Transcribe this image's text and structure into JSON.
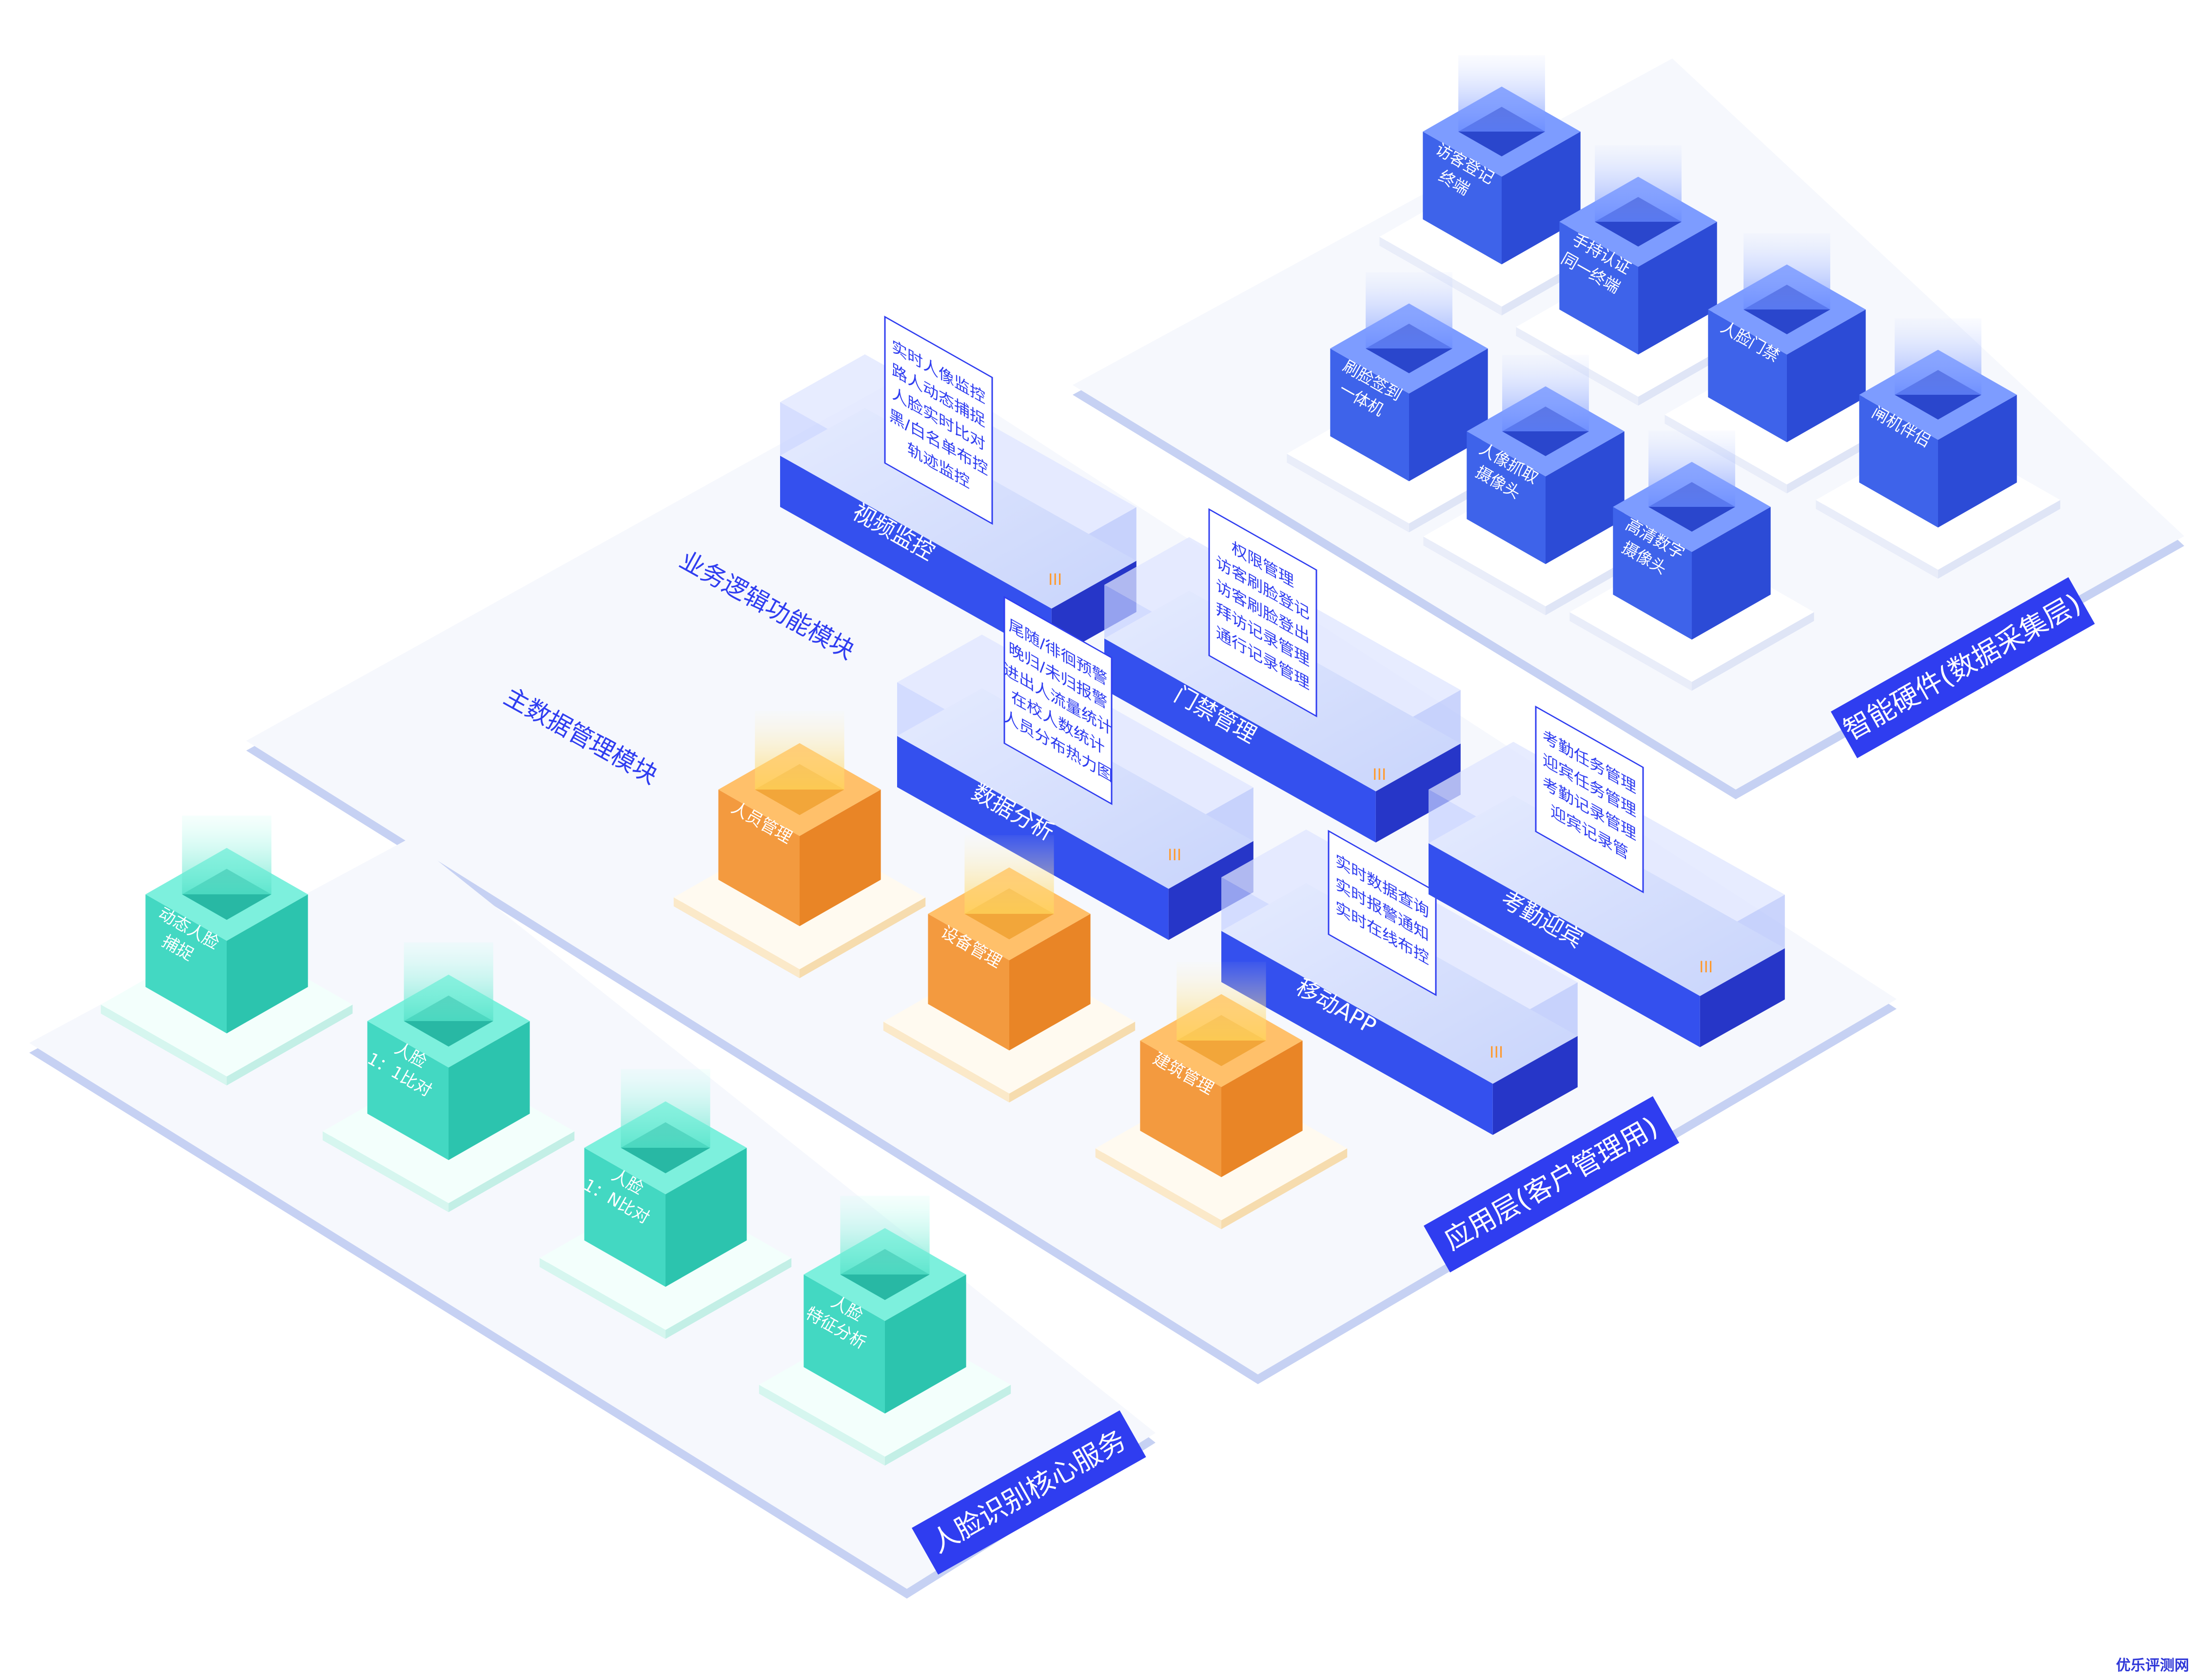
{
  "layers": {
    "hardware": "智能硬件(数据采集层)",
    "application": "应用层(客户管理用)",
    "face_core": "人脸识别核心服务"
  },
  "sections": {
    "business_logic": "业务逻辑功能模块",
    "master_data": "主数据管理模块"
  },
  "hardware_cubes": [
    {
      "lines": [
        "访客登记",
        "终端"
      ]
    },
    {
      "lines": [
        "手持认证",
        "同一终端"
      ]
    },
    {
      "lines": [
        "人脸门禁"
      ]
    },
    {
      "lines": [
        "刷脸签到",
        "一体机"
      ]
    },
    {
      "lines": [
        "人像抓取",
        "摄像头"
      ]
    },
    {
      "lines": [
        "高清数字",
        "摄像头"
      ]
    },
    {
      "lines": [
        "闸机伴侣"
      ]
    }
  ],
  "modules": [
    {
      "label": "视频监控",
      "bars": "III",
      "card": [
        "实时人像监控",
        "路人动态捕捉",
        "人脸实时比对",
        "黑/白名单布控",
        "轨迹监控"
      ]
    },
    {
      "label": "门禁管理",
      "bars": "III",
      "card": [
        "权限管理",
        "访客刷脸登记",
        "访客刷脸登出",
        "拜访记录管理",
        "通行记录管理"
      ]
    },
    {
      "label": "数据分析",
      "bars": "III",
      "card": [
        "尾随/徘徊预警",
        "晚归/未归报警",
        "进出人流量统计",
        "在校人数统计",
        "人员分布热力图"
      ]
    },
    {
      "label": "移动APP",
      "bars": "III",
      "card": [
        "实时数据查询",
        "实时报警通知",
        "实时在线布控"
      ]
    },
    {
      "label": "考勤迎宾",
      "bars": "III",
      "card": [
        "考勤任务管理",
        "迎宾任务管理",
        "考勤记录管理",
        "迎宾记录管"
      ]
    }
  ],
  "master_cubes": [
    {
      "lines": [
        "人员管理"
      ]
    },
    {
      "lines": [
        "设备管理"
      ]
    },
    {
      "lines": [
        "建筑管理"
      ]
    }
  ],
  "face_cubes": [
    {
      "lines": [
        "动态人脸",
        "捕捉"
      ]
    },
    {
      "lines": [
        "人脸",
        "1：1比对"
      ]
    },
    {
      "lines": [
        "人脸",
        "1：N比对"
      ]
    },
    {
      "lines": [
        "人脸",
        "特征分析"
      ]
    }
  ],
  "watermark": "优乐评测网",
  "colors": {
    "blue": "#2f3df0",
    "blue_cube": "#4a6ff0",
    "orange_cube": "#f0953a",
    "teal_cube": "#3fd6c0",
    "platform": "#f6f8fd",
    "platform_edge": "#c9d4f5"
  }
}
